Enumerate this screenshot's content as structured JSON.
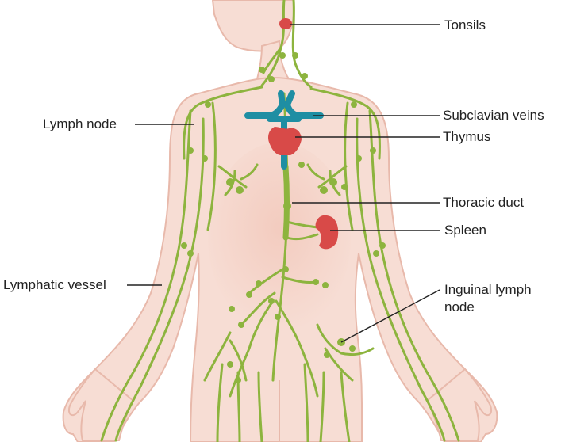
{
  "labels": {
    "tonsils": "Tonsils",
    "subclavian_veins": "Subclavian veins",
    "thymus": "Thymus",
    "lymph_node": "Lymph node",
    "thoracic_duct": "Thoracic duct",
    "spleen": "Spleen",
    "lymphatic_vessel": "Lymphatic vessel",
    "inguinal_line1": "Inguinal lymph",
    "inguinal_line2": "node"
  },
  "colors": {
    "skin": "#f7ddd4",
    "skin_outline": "#e8b9ab",
    "lymph": "#8db43e",
    "vein": "#1f8ea3",
    "organ": "#d84a48",
    "leader_line": "#222222"
  }
}
